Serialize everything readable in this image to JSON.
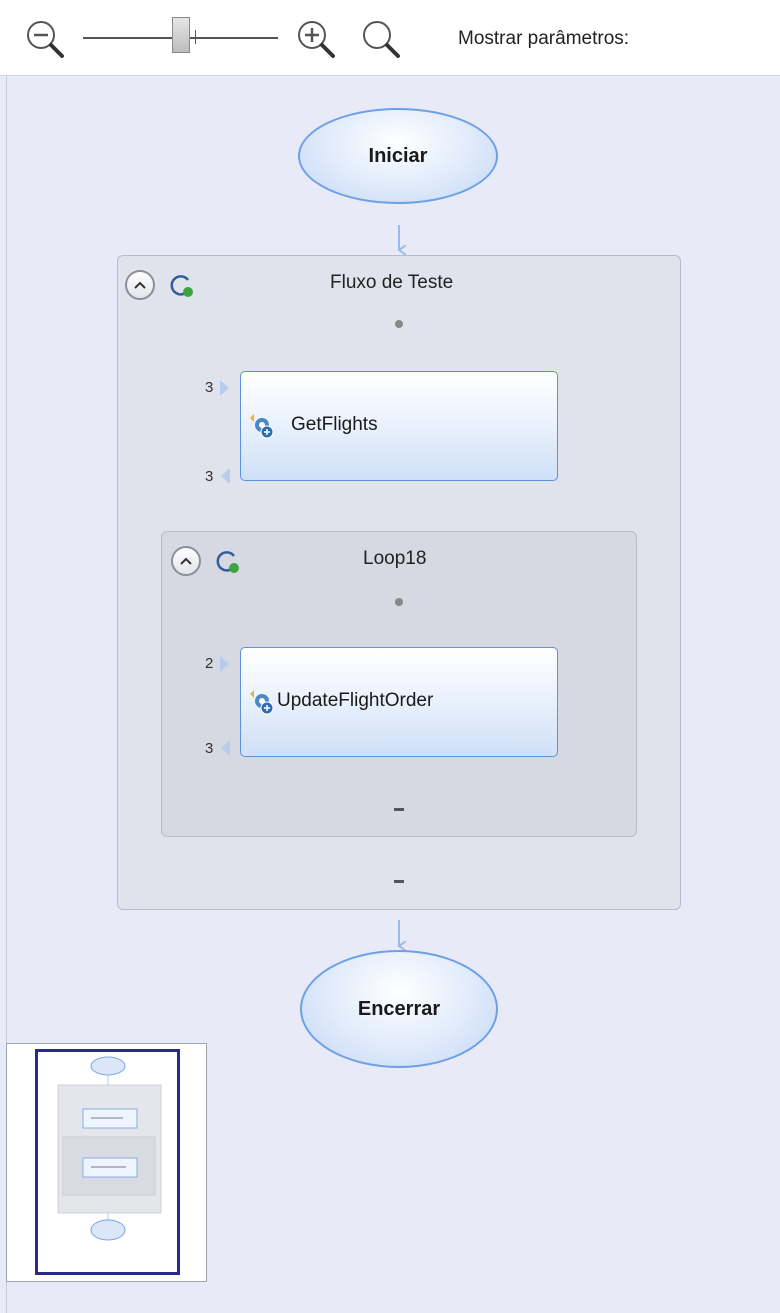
{
  "toolbar": {
    "zoom_out_icon": "zoom-out-icon",
    "zoom_in_icon": "zoom-in-icon",
    "zoom_fit_icon": "zoom-fit-icon",
    "show_params_label": "Mostrar parâmetros:"
  },
  "flow": {
    "start_label": "Iniciar",
    "end_label": "Encerrar",
    "test_flow": {
      "title": "Fluxo de Teste",
      "step": {
        "label": "GetFlights",
        "in_count": "3",
        "out_count": "3"
      }
    },
    "loop": {
      "title": "Loop18",
      "step": {
        "label": "UpdateFlightOrder",
        "in_count": "2",
        "out_count": "3"
      }
    }
  },
  "colors": {
    "canvas": "#e8ebf7",
    "accent": "#6ea0e6",
    "connector": "#9dbbe8"
  }
}
